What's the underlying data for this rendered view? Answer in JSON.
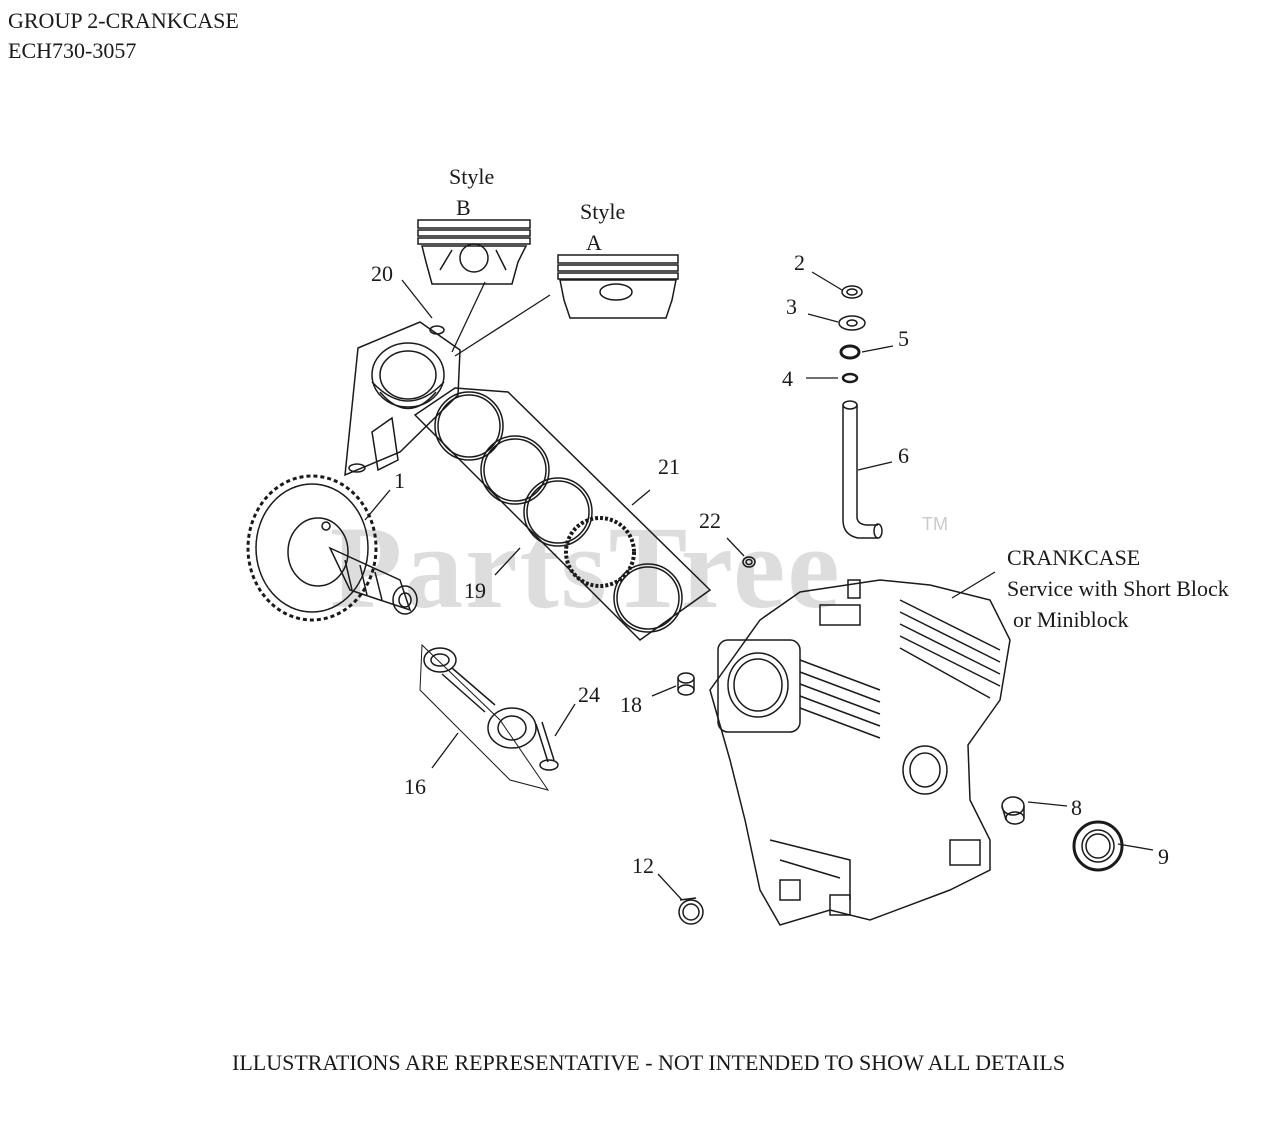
{
  "header": {
    "group_title": "GROUP 2-CRANKCASE",
    "model_number": "ECH730-3057"
  },
  "watermark": {
    "text": "PartsTree",
    "trademark": "TM"
  },
  "callouts": {
    "style_b": [
      "Style",
      "B"
    ],
    "style_a": [
      "Style",
      "A"
    ],
    "crankcase": [
      "CRANKCASE",
      "Service with Short Block",
      "or Miniblock"
    ],
    "numbers": {
      "n1": "1",
      "n2": "2",
      "n3": "3",
      "n4": "4",
      "n5": "5",
      "n6": "6",
      "n8": "8",
      "n9": "9",
      "n12": "12",
      "n16": "16",
      "n18": "18",
      "n19": "19",
      "n20": "20",
      "n21": "21",
      "n22": "22",
      "n24": "24"
    }
  },
  "footer": {
    "disclaimer": "ILLUSTRATIONS ARE REPRESENTATIVE - NOT INTENDED TO SHOW ALL DETAILS"
  },
  "colors": {
    "line": "#1a1a1a",
    "watermark": "#969696",
    "background": "#ffffff"
  }
}
